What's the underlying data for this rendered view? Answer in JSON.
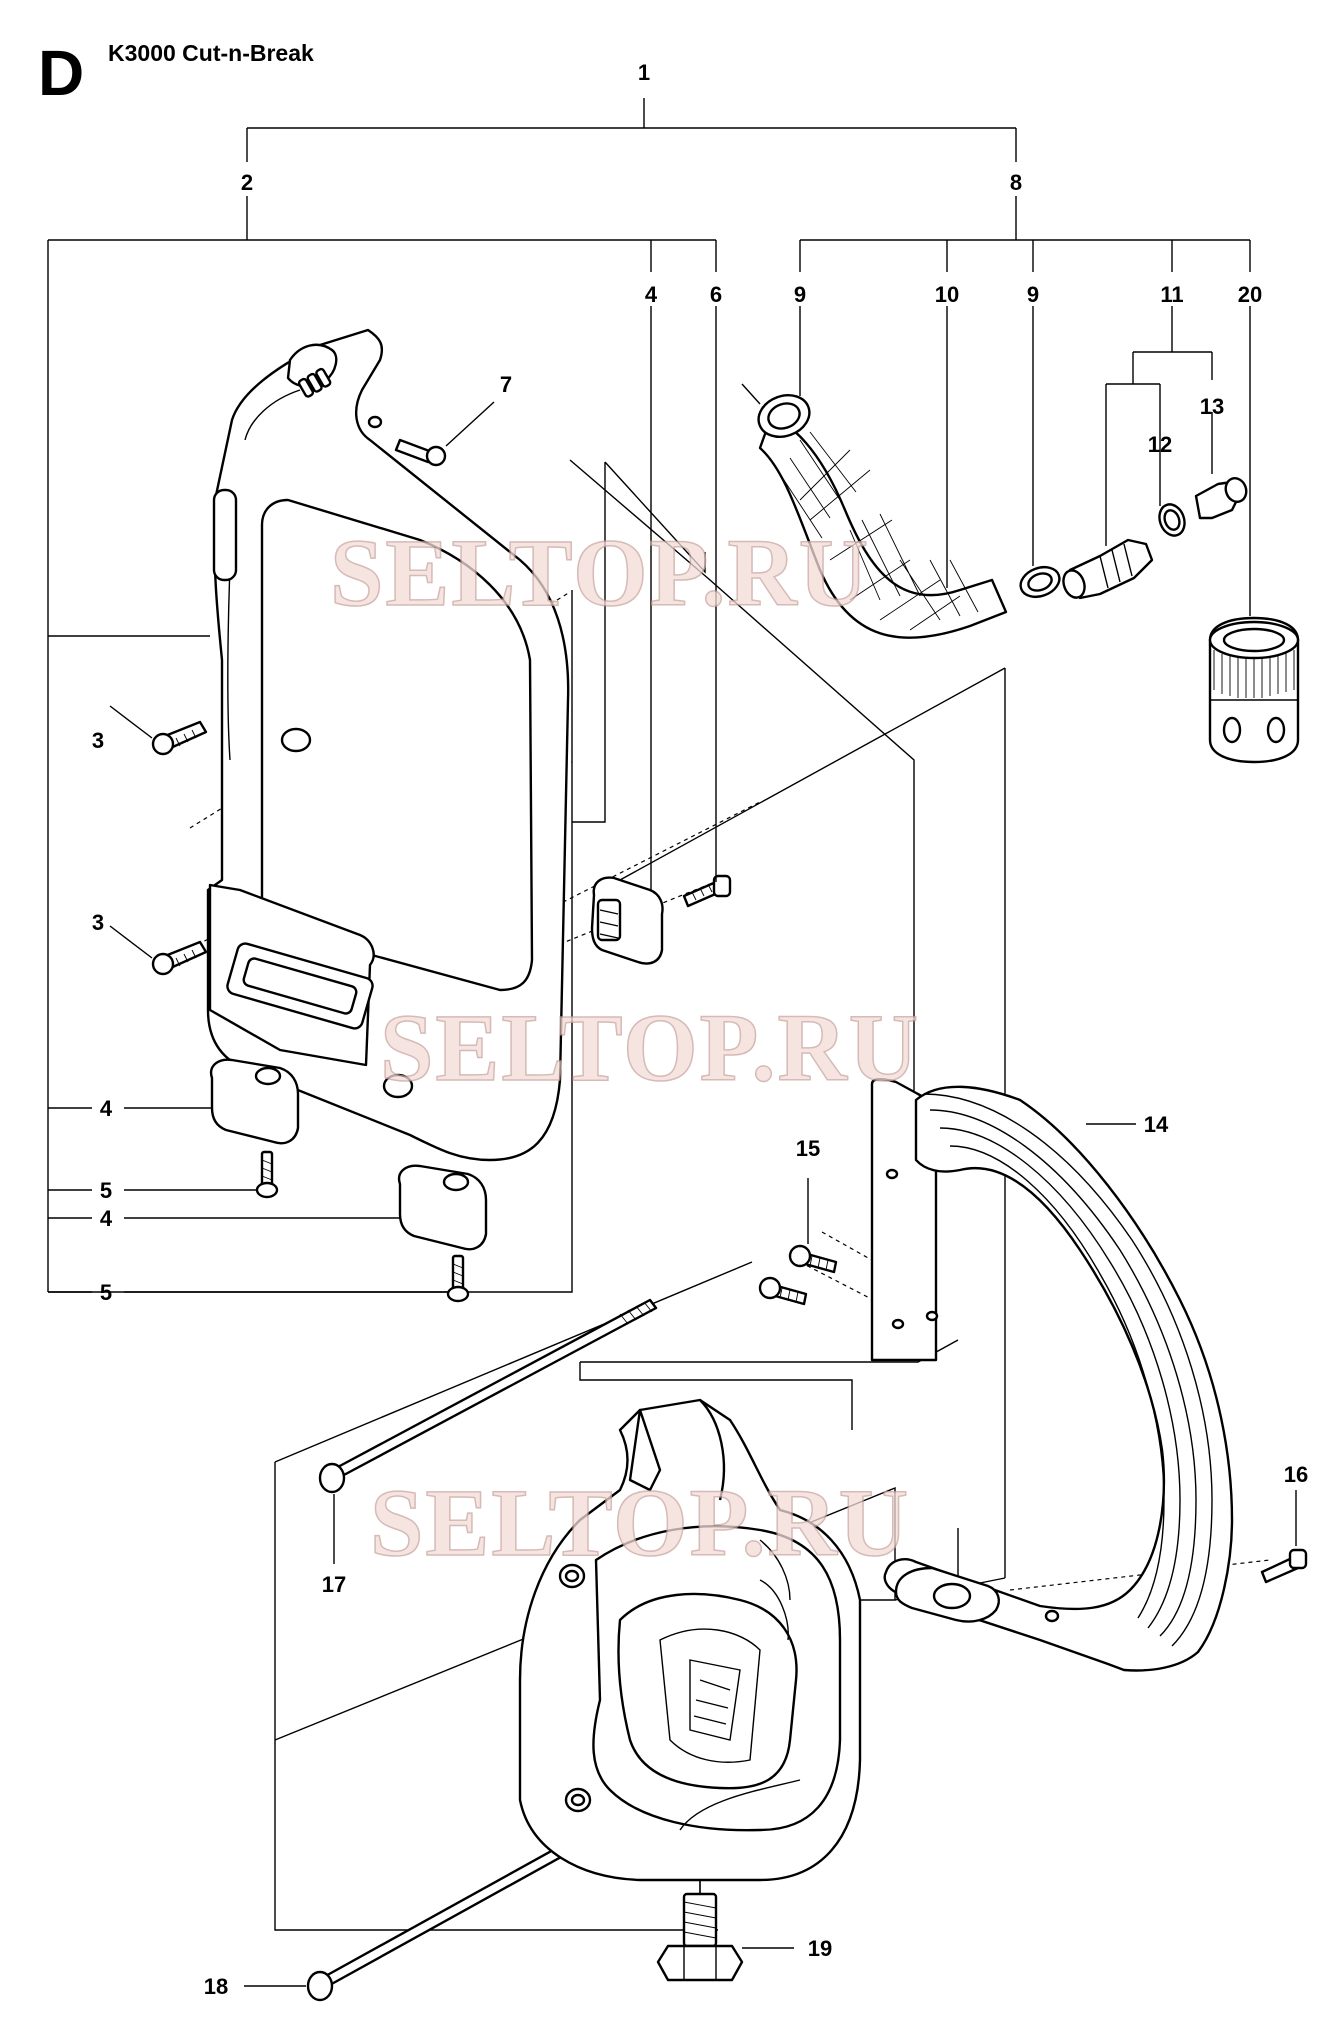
{
  "header": {
    "section_letter": "D",
    "title": "K3000 Cut-n-Break"
  },
  "watermark": {
    "text": "SELTOP.RU",
    "color": "#f3dcd8"
  },
  "callouts": [
    {
      "id": "c1",
      "label": "1"
    },
    {
      "id": "c2",
      "label": "2"
    },
    {
      "id": "c8",
      "label": "8"
    },
    {
      "id": "c4a",
      "label": "4"
    },
    {
      "id": "c6",
      "label": "6"
    },
    {
      "id": "c9a",
      "label": "9"
    },
    {
      "id": "c10",
      "label": "10"
    },
    {
      "id": "c9b",
      "label": "9"
    },
    {
      "id": "c11",
      "label": "11"
    },
    {
      "id": "c20",
      "label": "20"
    },
    {
      "id": "c7",
      "label": "7"
    },
    {
      "id": "c13",
      "label": "13"
    },
    {
      "id": "c12",
      "label": "12"
    },
    {
      "id": "c3a",
      "label": "3"
    },
    {
      "id": "c3b",
      "label": "3"
    },
    {
      "id": "c4b",
      "label": "4"
    },
    {
      "id": "c5a",
      "label": "5"
    },
    {
      "id": "c4c",
      "label": "4"
    },
    {
      "id": "c5b",
      "label": "5"
    },
    {
      "id": "c15",
      "label": "15"
    },
    {
      "id": "c14",
      "label": "14"
    },
    {
      "id": "c16",
      "label": "16"
    },
    {
      "id": "c17",
      "label": "17"
    },
    {
      "id": "c18",
      "label": "18"
    },
    {
      "id": "c19",
      "label": "19"
    }
  ]
}
